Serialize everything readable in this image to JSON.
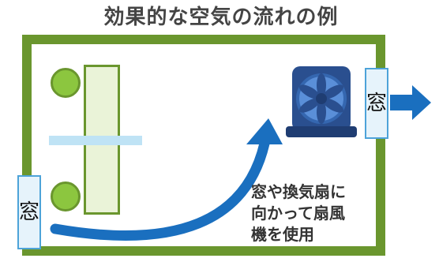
{
  "title": "効果的な空気の流れの例",
  "window_label": "窓",
  "note": "窓や換気扇に\n向かって扇風\n機を使用",
  "icons": {
    "fan": "desk-fan-icon",
    "arrow_curve": "curved-airflow-arrow",
    "arrow_out": "outflow-arrow"
  },
  "colors": {
    "room_border": "#6a962e",
    "chair_fill": "#8cc63f",
    "arrow_blue": "#1a6fbf",
    "window_border": "#4da3d9",
    "fan_blue": "#2a4f8f"
  }
}
